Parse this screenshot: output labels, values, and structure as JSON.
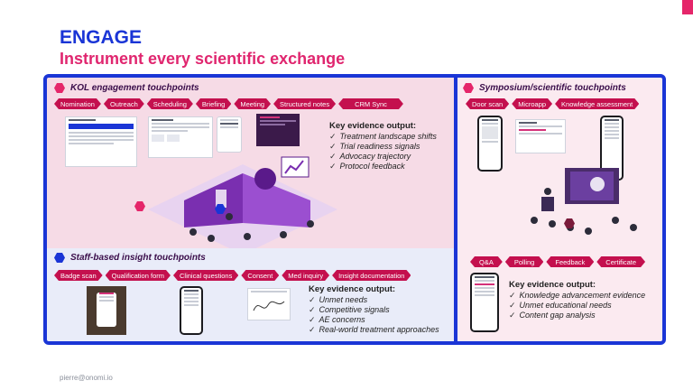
{
  "title": "ENGAGE",
  "subtitle": "Instrument every scientific exchange",
  "footer": "pierre@onomi.io",
  "colors": {
    "brand_blue": "#1a35d6",
    "accent_pink": "#e0266f",
    "tag_red": "#c4104e"
  },
  "kol": {
    "header": "KOL engagement touchpoints",
    "icon": "hexagon-icon",
    "tags": [
      "Nomination",
      "Outreach",
      "Scheduling",
      "Briefing",
      "Meeting",
      "Structured notes",
      "CRM Sync"
    ],
    "evidence_title": "Key evidence output:",
    "evidence": [
      "Treatment landscape shifts",
      "Trial readiness signals",
      "Advocacy trajectory",
      "Protocol feedback"
    ]
  },
  "staff": {
    "header": "Staff-based insight touchpoints",
    "icon": "hexagon-icon",
    "tags": [
      "Badge scan",
      "Qualification form",
      "Clinical questions",
      "Consent",
      "Med inquiry",
      "Insight documentation"
    ],
    "evidence_title": "Key evidence output:",
    "evidence": [
      "Unmet needs",
      "Competitive signals",
      "AE concerns",
      "Real-world treatment approaches"
    ]
  },
  "symposium": {
    "header": "Symposium/scientific touchpoints",
    "icon": "hexagon-icon",
    "tags_top": [
      "Door scan",
      "Microapp",
      "Knowledge assessment"
    ],
    "tags_bottom": [
      "Q&A",
      "Polling",
      "Feedback",
      "Certificate"
    ],
    "evidence_title": "Key evidence output:",
    "evidence": [
      "Knowledge advancement evidence",
      "Unmet educational needs",
      "Content gap analysis"
    ]
  }
}
